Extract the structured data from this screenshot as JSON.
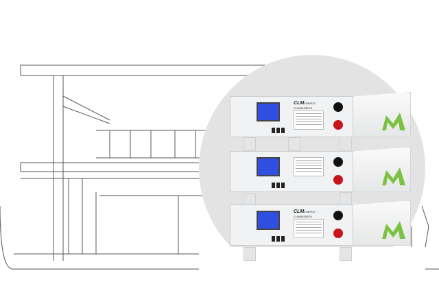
{
  "product": {
    "brand": "CLM",
    "brand_sub": "ENERGY",
    "model": "CLN48100ESS",
    "unit_count": 3
  },
  "colors": {
    "screen": "#2f4fe0",
    "positive_terminal": "#c7161b",
    "negative_terminal": "#111111",
    "logo_green": "#7cc242",
    "circle_bg": "#e3e3e3"
  }
}
